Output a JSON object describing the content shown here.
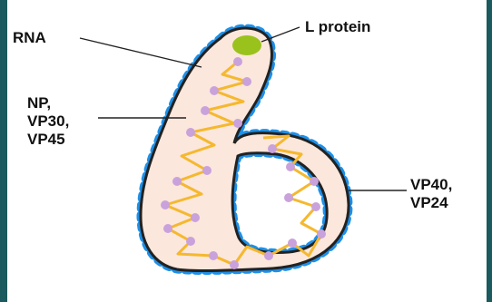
{
  "diagram": {
    "labels": {
      "rna": "RNA",
      "l_protein": "L protein",
      "np_line1": "NP,",
      "np_line2": "VP30,",
      "np_line3": "VP45",
      "vp_line1": "VP40,",
      "vp_line2": "VP24"
    },
    "colors": {
      "background": "#1b5a5e",
      "panel": "#ffffff",
      "body_fill": "#fbe7dc",
      "outline": "#222222",
      "spikes": "#1e90e8",
      "rna_strand": "#f5b82e",
      "nucleoprotein": "#c9a2dc",
      "l_protein": "#9ac21c",
      "leader_lines": "#222222"
    }
  }
}
